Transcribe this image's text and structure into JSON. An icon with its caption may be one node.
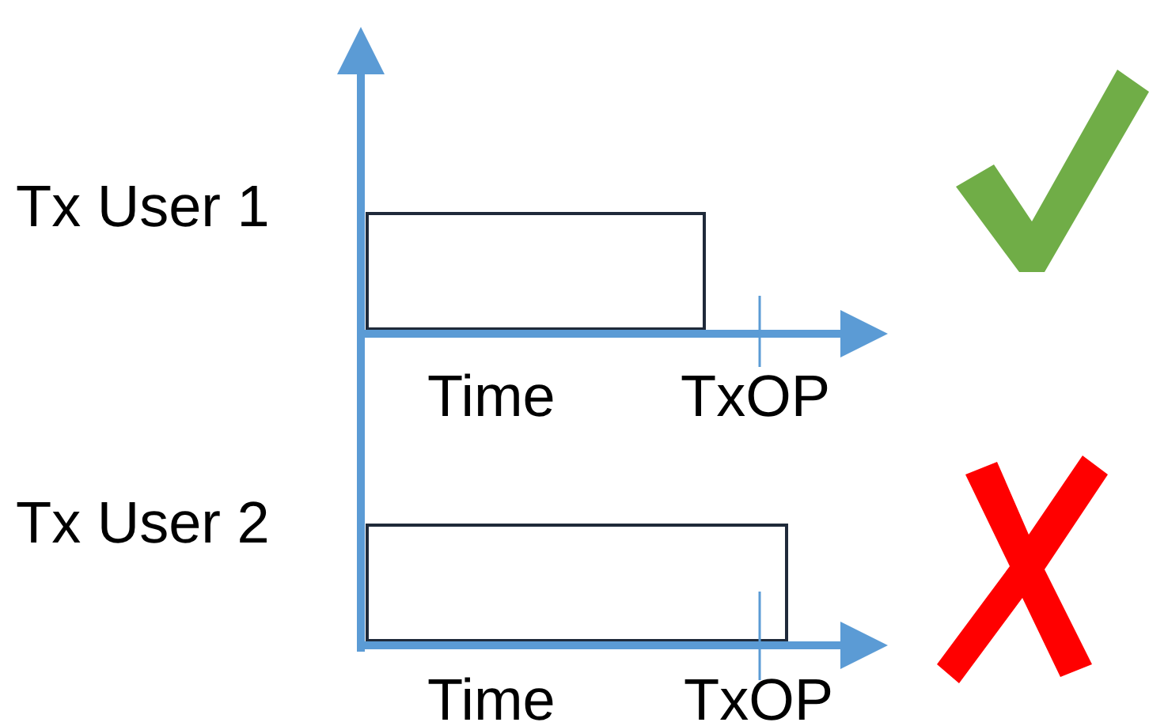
{
  "diagram": {
    "nodes": [
      {
        "text": [],
        "shape": "box"
      },
      {
        "text": [],
        "shape": "box"
      }
    ],
    "labels": [
      "Tx User 1",
      "Time",
      "TxOP",
      "Tx User 2",
      "Time",
      "TxOP"
    ]
  }
}
